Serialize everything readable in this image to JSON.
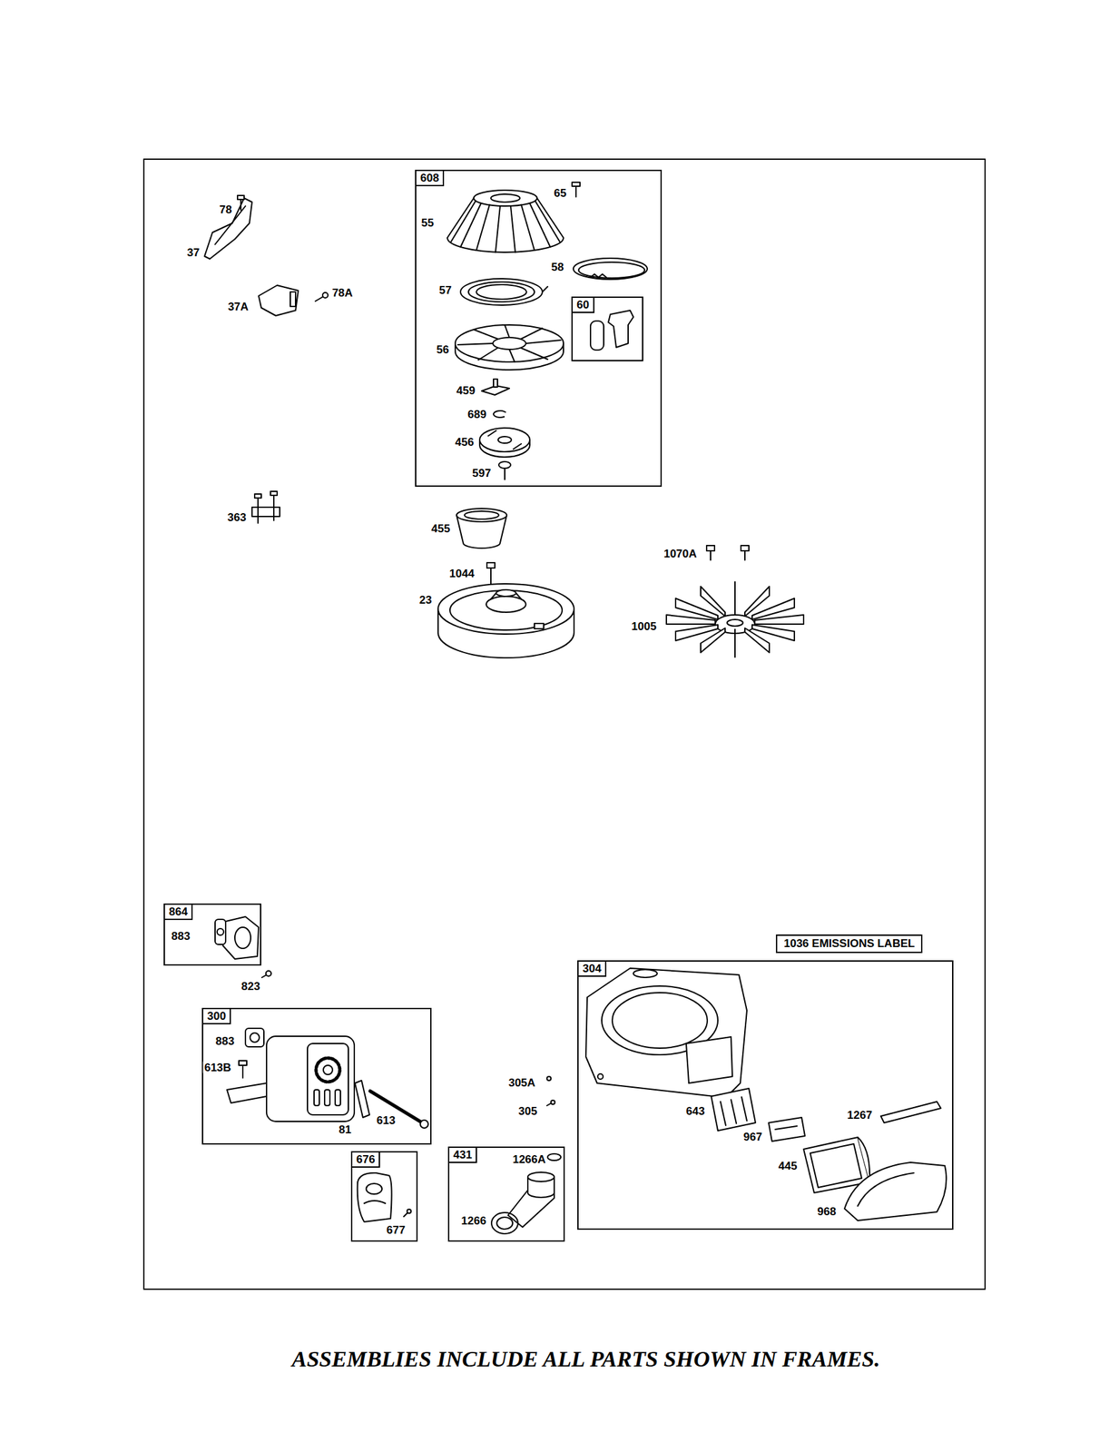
{
  "diagram": {
    "caption": "ASSEMBLIES INCLUDE ALL PARTS SHOWN IN FRAMES.",
    "nodes": [
      {
        "text": [
          "608",
          "65",
          "55",
          "58",
          "57",
          "56",
          "459",
          "689",
          "456",
          "597"
        ]
      },
      {
        "text": [
          "60"
        ],
        "in": 0
      },
      {
        "text": [
          "864",
          "883"
        ]
      },
      {
        "text": [
          "300",
          "883",
          "613B",
          "81",
          "613"
        ]
      },
      {
        "text": [
          "676",
          "677"
        ]
      },
      {
        "text": [
          "431",
          "1266A",
          "1266"
        ]
      },
      {
        "text": [
          "1036 EMISSIONS LABEL"
        ]
      },
      {
        "text": [
          "304",
          "643",
          "967",
          "1267",
          "445",
          "968"
        ]
      }
    ],
    "labels": [
      "78",
      "37",
      "37A",
      "78A",
      "363",
      "455",
      "1044",
      "23",
      "1070A",
      "1005",
      "823",
      "305A",
      "305"
    ]
  }
}
